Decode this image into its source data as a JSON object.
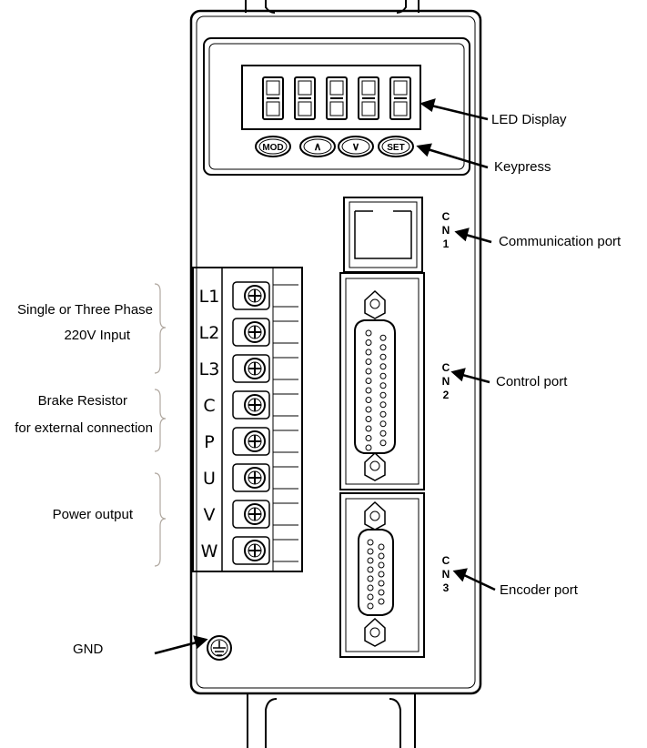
{
  "display": {
    "digits": [
      "8",
      "8",
      "8",
      "8",
      "8"
    ]
  },
  "keys": [
    "MOD",
    "∧",
    "∨",
    "SET"
  ],
  "terminals": [
    "L1",
    "L2",
    "L3",
    "C",
    "P",
    "U",
    "V",
    "W"
  ],
  "ports": {
    "cn1": [
      "C",
      "N",
      "1"
    ],
    "cn2": [
      "C",
      "N",
      "2"
    ],
    "cn3": [
      "C",
      "N",
      "3"
    ]
  },
  "labels": {
    "led_display": "LED Display",
    "keypress": "Keypress",
    "communication_port": "Communication port",
    "control_port": "Control port",
    "encoder_port": "Encoder port",
    "input_line1": "Single or Three Phase",
    "input_line2": "220V Input",
    "brake_line1": "Brake Resistor",
    "brake_line2": "for external connection",
    "power_output": "Power output",
    "gnd": "GND"
  }
}
